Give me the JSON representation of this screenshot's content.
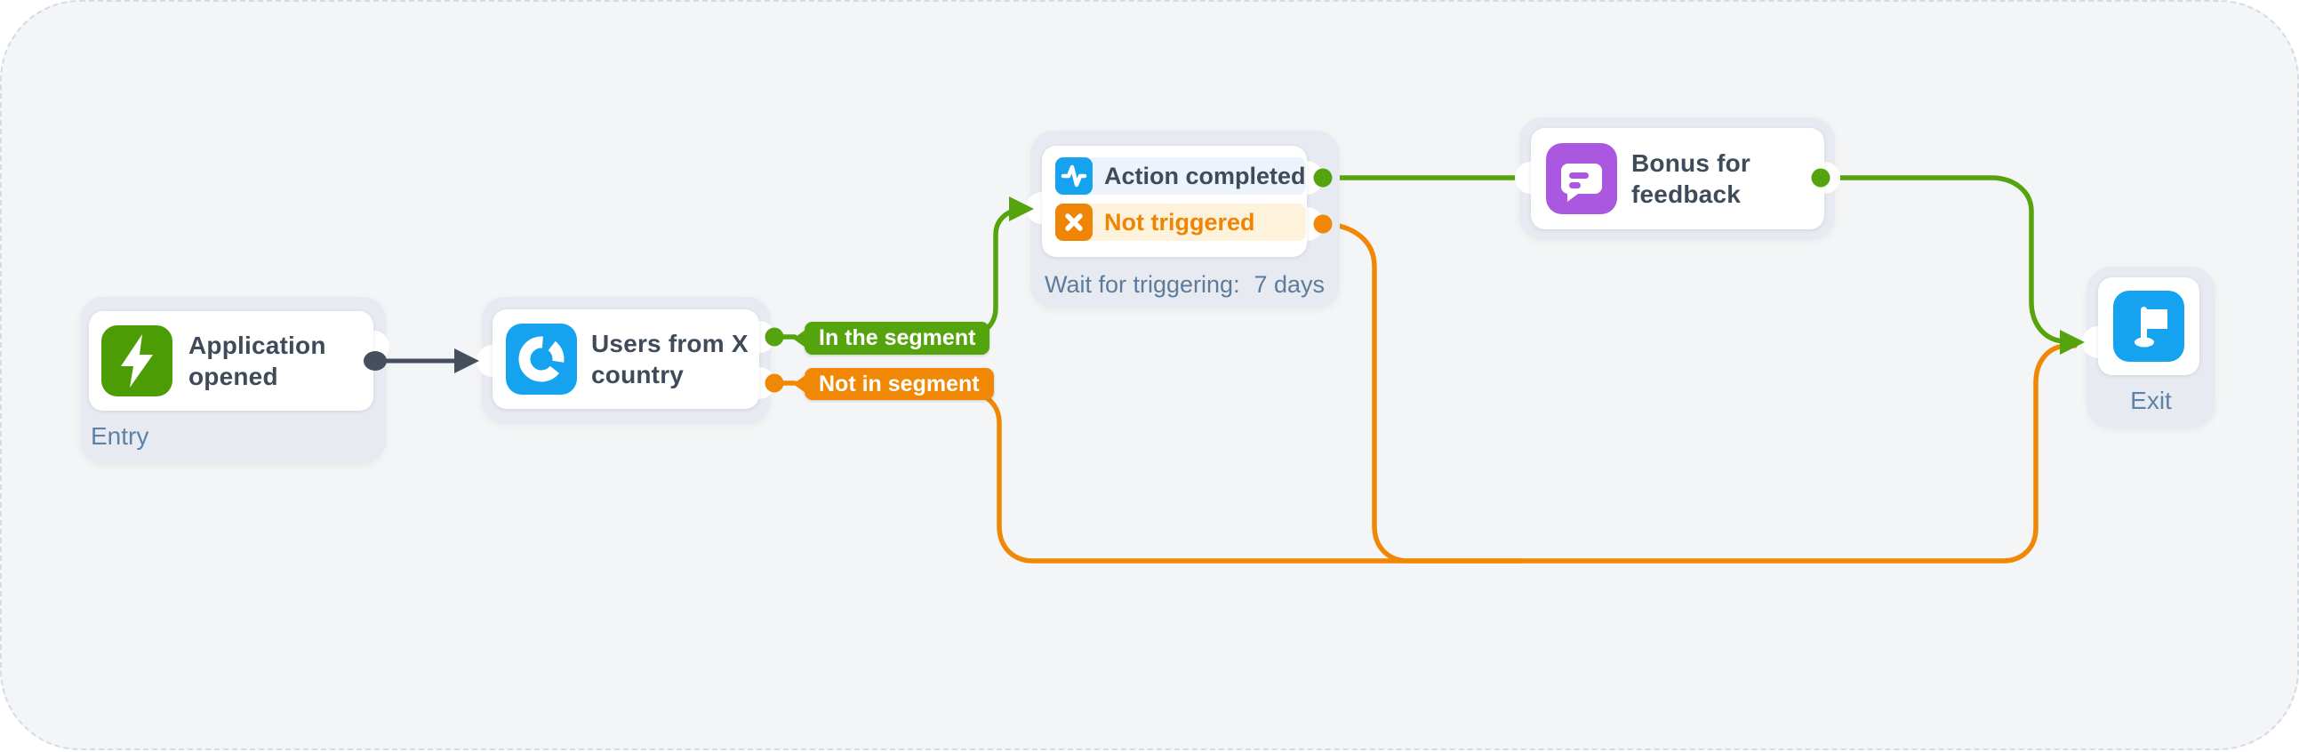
{
  "colors": {
    "canvas-bg": "#f4f5f6",
    "canvas-border": "#d3dce6",
    "node-bg": "#e7eaf0",
    "card-bg": "#ffffff",
    "title": "#3f4b59",
    "muted": "#5e81a8",
    "green": "#56a40d",
    "orange": "#f08806",
    "orange-icon": "#ee8504",
    "dark": "#454f5d",
    "blue": "#15a3f0",
    "entry-green": "#4c9c06",
    "purple": "#aa58e0",
    "row-blue-bg": "#ecf3fd",
    "row-orange-bg": "#fdf2dc",
    "row-orange-text": "#ee8504",
    "wait-text": "#5d7b9c"
  },
  "nodes": {
    "entry": {
      "title": "Application\nopened",
      "label": "Entry",
      "icon": "lightning-icon"
    },
    "segment": {
      "title": "Users from X\ncountry",
      "icon": "segment-icon",
      "branches": [
        {
          "label": "In the segment",
          "color": "#56a40d"
        },
        {
          "label": "Not in segment",
          "color": "#f08806"
        }
      ]
    },
    "trigger": {
      "rows": [
        {
          "label": "Action completed",
          "icon": "pulse-icon"
        },
        {
          "label": "Not triggered",
          "icon": "cross-icon"
        }
      ],
      "wait_label": "Wait for triggering:",
      "wait_value": "7 days"
    },
    "bonus": {
      "title": "Bonus for\nfeedback",
      "icon": "chat-icon"
    },
    "exit": {
      "label": "Exit",
      "icon": "flag-icon"
    }
  },
  "edges": [
    {
      "from": "entry",
      "to": "segment",
      "color": "dark"
    },
    {
      "from": "segment:in",
      "to": "trigger",
      "color": "green"
    },
    {
      "from": "trigger:completed",
      "to": "bonus",
      "color": "green"
    },
    {
      "from": "bonus",
      "to": "exit",
      "color": "green"
    },
    {
      "from": "segment:not-in",
      "to": "exit",
      "color": "orange"
    },
    {
      "from": "trigger:not",
      "to": "exit",
      "color": "orange"
    }
  ]
}
